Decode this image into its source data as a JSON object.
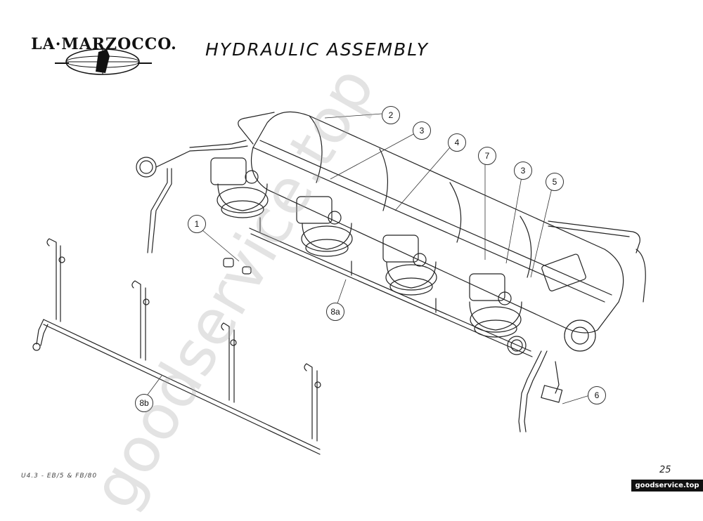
{
  "brand": {
    "logo_text": "LA·MARZOCCO."
  },
  "title": "HYDRAULIC ASSEMBLY",
  "watermark": "goodservice.top",
  "callouts": [
    {
      "id": "c2",
      "label": "2"
    },
    {
      "id": "c3a",
      "label": "3"
    },
    {
      "id": "c4",
      "label": "4"
    },
    {
      "id": "c7",
      "label": "7"
    },
    {
      "id": "c3b",
      "label": "3"
    },
    {
      "id": "c5",
      "label": "5"
    },
    {
      "id": "c1",
      "label": "1"
    },
    {
      "id": "c8a",
      "label": "8a"
    },
    {
      "id": "c6",
      "label": "6"
    },
    {
      "id": "c8b",
      "label": "8b"
    }
  ],
  "footer": {
    "model": "U4.3 - EB/5 & FB/80",
    "page_number": "25",
    "site_badge": "goodservice.top"
  }
}
